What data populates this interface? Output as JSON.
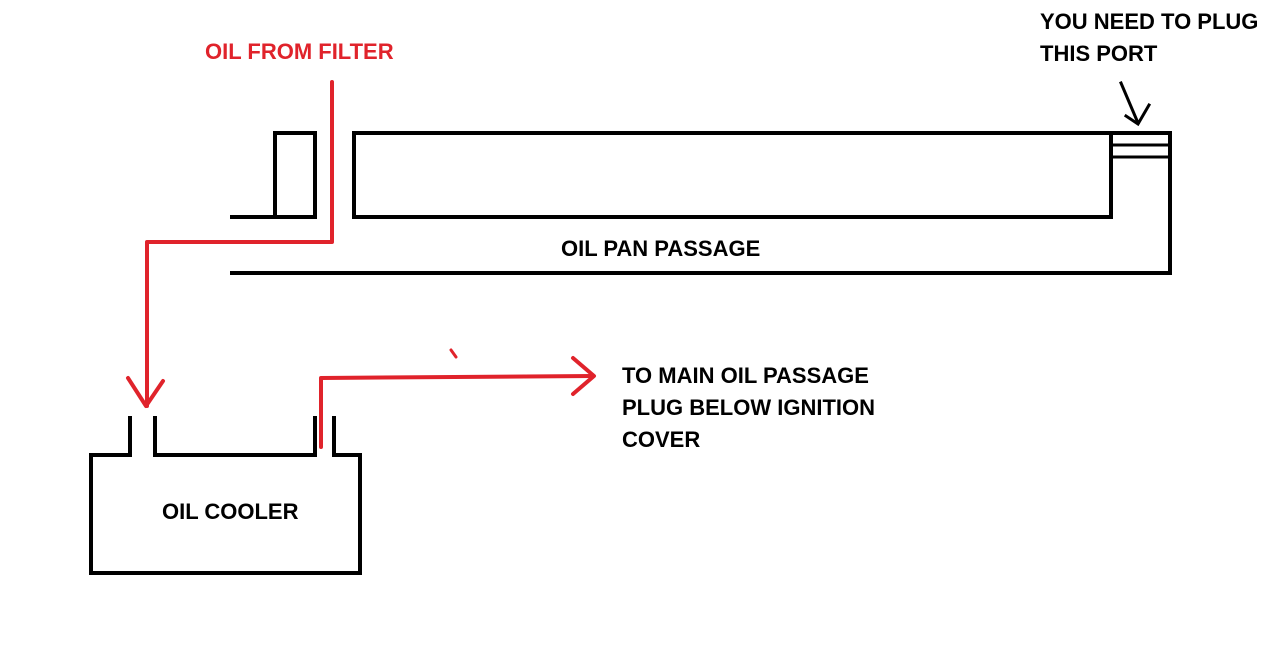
{
  "labels": {
    "oil_from_filter": "OIL FROM FILTER",
    "plug_port_line1": "YOU NEED TO PLUG",
    "plug_port_line2": "THIS PORT",
    "oil_pan_passage": "OIL PAN PASSAGE",
    "oil_cooler": "OIL COOLER",
    "to_main_line1": "TO MAIN OIL PASSAGE",
    "to_main_line2": "PLUG BELOW IGNITION",
    "to_main_line3": "COVER"
  },
  "colors": {
    "ink": "#000000",
    "oil_flow": "#e0232b",
    "background": "#ffffff"
  }
}
